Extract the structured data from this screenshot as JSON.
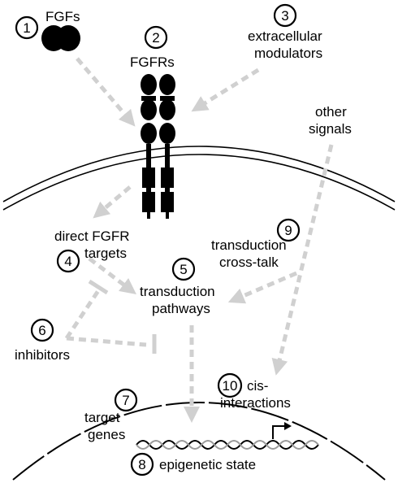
{
  "labels": {
    "fgfs": "FGFs",
    "fgfrs": "FGFRs",
    "extracellular_1": "extracellular",
    "extracellular_2": "modulators",
    "other_1": "other",
    "other_2": "signals",
    "direct_1": "direct FGFR",
    "direct_2": "targets",
    "crosstalk_1": "transduction",
    "crosstalk_2": "cross-talk",
    "pathways_1": "transduction",
    "pathways_2": "pathways",
    "inhibitors": "inhibitors",
    "target_1": "target",
    "target_2": "genes",
    "cis_1": "cis-",
    "cis_2": "interactions",
    "epigenetic": "epigenetic state"
  },
  "numbers": {
    "n1": "1",
    "n2": "2",
    "n3": "3",
    "n4": "4",
    "n5": "5",
    "n6": "6",
    "n7": "7",
    "n8": "8",
    "n9": "9",
    "n10": "10"
  },
  "colors": {
    "arrow": "#d0d0d0",
    "ink": "#000000"
  }
}
